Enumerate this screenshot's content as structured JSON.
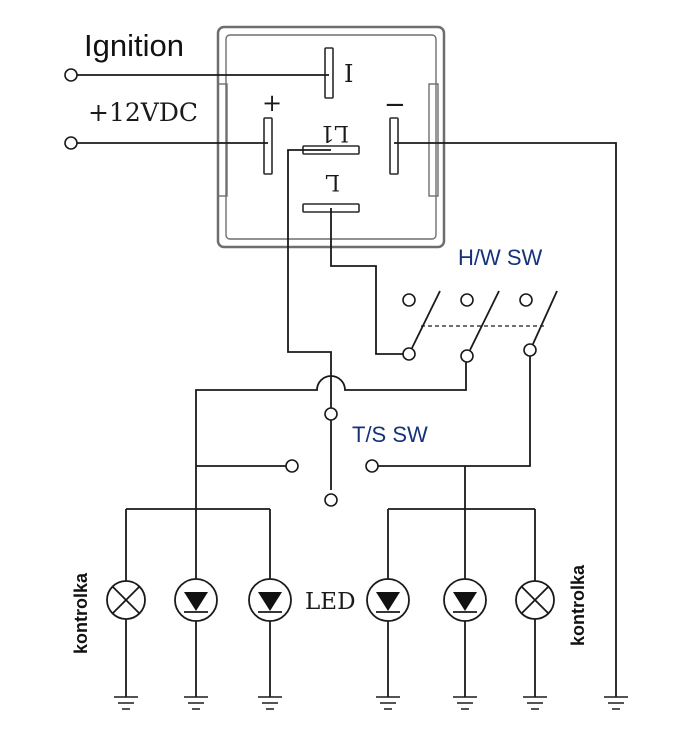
{
  "labels": {
    "ignition": "Ignition",
    "supply": "+12VDC",
    "pin_i": "I",
    "pin_plus": "+",
    "pin_minus": "−",
    "pin_l1": "L1",
    "pin_l": "L",
    "hw_switch": "H/W SW",
    "ts_switch": "T/S SW",
    "led": "LED",
    "kontrolka_left": "kontrolka",
    "kontrolka_right": "kontrolka"
  },
  "colors": {
    "wire": "#1a1a1a",
    "label_blue": "#16337a",
    "relay_box": "#6e6e6e"
  },
  "components": {
    "lamps": [
      {
        "kind": "indicator-lamp",
        "side": "left"
      },
      {
        "kind": "led",
        "side": "left"
      },
      {
        "kind": "led",
        "side": "left"
      },
      {
        "kind": "led",
        "side": "right"
      },
      {
        "kind": "led",
        "side": "right"
      },
      {
        "kind": "indicator-lamp",
        "side": "right"
      }
    ],
    "ground_symbols": 7
  }
}
